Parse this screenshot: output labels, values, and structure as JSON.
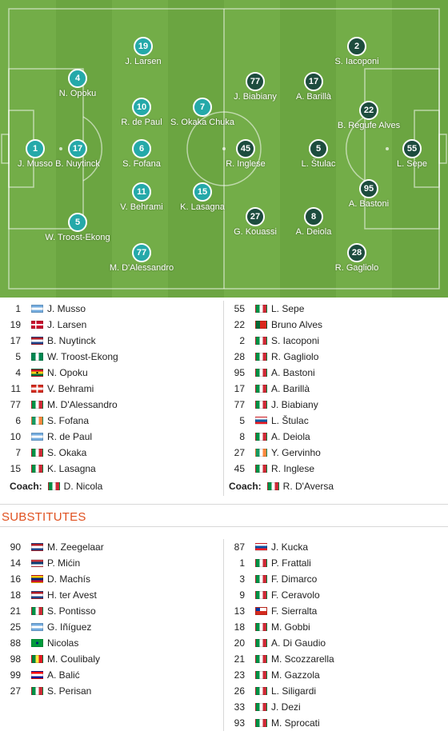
{
  "pitch": {
    "home": [
      {
        "number": "19",
        "name": "J. Larsen"
      },
      {
        "number": "4",
        "name": "N. Opoku"
      },
      {
        "number": "10",
        "name": "R. de Paul"
      },
      {
        "number": "7",
        "name": "S. Okaka Chuka"
      },
      {
        "number": "1",
        "name": "J. Musso"
      },
      {
        "number": "17",
        "name": "B. Nuytinck"
      },
      {
        "number": "6",
        "name": "S. Fofana"
      },
      {
        "number": "11",
        "name": "V. Behrami"
      },
      {
        "number": "15",
        "name": "K. Lasagna"
      },
      {
        "number": "5",
        "name": "W. Troost-Ekong"
      },
      {
        "number": "77",
        "name": "M. D'Alessandro"
      }
    ],
    "away": [
      {
        "number": "2",
        "name": "S. Iacoponi"
      },
      {
        "number": "77",
        "name": "J. Biabiany"
      },
      {
        "number": "17",
        "name": "A. Barillà"
      },
      {
        "number": "22",
        "name": "B. Regufe Alves"
      },
      {
        "number": "45",
        "name": "R. Inglese"
      },
      {
        "number": "5",
        "name": "L. Štulac"
      },
      {
        "number": "55",
        "name": "L. Sepe"
      },
      {
        "number": "95",
        "name": "A. Bastoni"
      },
      {
        "number": "27",
        "name": "G. Kouassi"
      },
      {
        "number": "8",
        "name": "A. Deiola"
      },
      {
        "number": "28",
        "name": "R. Gagliolo"
      }
    ]
  },
  "lineups": {
    "home": [
      {
        "number": "1",
        "flag": "argentina-flag",
        "name": "J. Musso"
      },
      {
        "number": "19",
        "flag": "denmark-flag",
        "name": "J. Larsen"
      },
      {
        "number": "17",
        "flag": "netherlands-flag",
        "name": "B. Nuytinck"
      },
      {
        "number": "5",
        "flag": "nigeria-flag",
        "name": "W. Troost-Ekong"
      },
      {
        "number": "4",
        "flag": "ghana-flag",
        "name": "N. Opoku"
      },
      {
        "number": "11",
        "flag": "switzerland-flag",
        "name": "V. Behrami"
      },
      {
        "number": "77",
        "flag": "italy-flag",
        "name": "M. D'Alessandro"
      },
      {
        "number": "6",
        "flag": "ireland-flag",
        "name": "S. Fofana"
      },
      {
        "number": "10",
        "flag": "argentina-flag",
        "name": "R. de Paul"
      },
      {
        "number": "7",
        "flag": "italy-flag",
        "name": "S. Okaka"
      },
      {
        "number": "15",
        "flag": "italy-flag",
        "name": "K. Lasagna"
      }
    ],
    "away": [
      {
        "number": "55",
        "flag": "italy-flag",
        "name": "L. Sepe"
      },
      {
        "number": "22",
        "flag": "portugal-flag",
        "name": "Bruno Alves"
      },
      {
        "number": "2",
        "flag": "italy-flag",
        "name": "S. Iacoponi"
      },
      {
        "number": "28",
        "flag": "italy-flag",
        "name": "R. Gagliolo"
      },
      {
        "number": "95",
        "flag": "italy-flag",
        "name": "A. Bastoni"
      },
      {
        "number": "17",
        "flag": "italy-flag",
        "name": "A. Barillà"
      },
      {
        "number": "77",
        "flag": "italy-flag",
        "name": "J. Biabiany"
      },
      {
        "number": "5",
        "flag": "slovenia-flag",
        "name": "L. Štulac"
      },
      {
        "number": "8",
        "flag": "italy-flag",
        "name": "A. Deiola"
      },
      {
        "number": "27",
        "flag": "ireland-flag",
        "name": "Y. Gervinho"
      },
      {
        "number": "45",
        "flag": "italy-flag",
        "name": "R. Inglese"
      }
    ],
    "home_coach": {
      "label": "Coach:",
      "flag": "italy-flag",
      "name": "D. Nicola"
    },
    "away_coach": {
      "label": "Coach:",
      "flag": "italy-flag",
      "name": "R. D'Aversa"
    }
  },
  "substitutes": {
    "title": "SUBSTITUTES",
    "home": [
      {
        "number": "90",
        "flag": "netherlands-flag",
        "name": "M. Zeegelaar"
      },
      {
        "number": "14",
        "flag": "serbia-flag",
        "name": "P. Mićin"
      },
      {
        "number": "16",
        "flag": "venezuela-flag",
        "name": "D. Machís"
      },
      {
        "number": "18",
        "flag": "netherlands-flag",
        "name": "H. ter Avest"
      },
      {
        "number": "21",
        "flag": "italy-flag",
        "name": "S. Pontisso"
      },
      {
        "number": "25",
        "flag": "argentina-flag",
        "name": "G. Iñíguez"
      },
      {
        "number": "88",
        "flag": "brazil-flag",
        "name": "Nicolas"
      },
      {
        "number": "98",
        "flag": "senegal-flag",
        "name": "M. Coulibaly"
      },
      {
        "number": "99",
        "flag": "croatia-flag",
        "name": "A. Balić"
      },
      {
        "number": "27",
        "flag": "italy-flag",
        "name": "S. Perisan"
      }
    ],
    "away": [
      {
        "number": "87",
        "flag": "slovakia-flag",
        "name": "J. Kucka"
      },
      {
        "number": "1",
        "flag": "italy-flag",
        "name": "P. Frattali"
      },
      {
        "number": "3",
        "flag": "italy-flag",
        "name": "F. Dimarco"
      },
      {
        "number": "9",
        "flag": "italy-flag",
        "name": "F. Ceravolo"
      },
      {
        "number": "13",
        "flag": "chile-flag",
        "name": "F. Sierralta"
      },
      {
        "number": "18",
        "flag": "italy-flag",
        "name": "M. Gobbi"
      },
      {
        "number": "20",
        "flag": "italy-flag",
        "name": "A. Di Gaudio"
      },
      {
        "number": "21",
        "flag": "italy-flag",
        "name": "M. Scozzarella"
      },
      {
        "number": "23",
        "flag": "italy-flag",
        "name": "M. Gazzola"
      },
      {
        "number": "26",
        "flag": "italy-flag",
        "name": "L. Siligardi"
      },
      {
        "number": "33",
        "flag": "italy-flag",
        "name": "J. Dezi"
      },
      {
        "number": "93",
        "flag": "italy-flag",
        "name": "M. Sprocati"
      }
    ]
  },
  "colors": {
    "pitch": "#6ea844",
    "home_marker": "#25a9a9",
    "away_marker": "#1d4c3e",
    "section_title": "#e0501f"
  }
}
